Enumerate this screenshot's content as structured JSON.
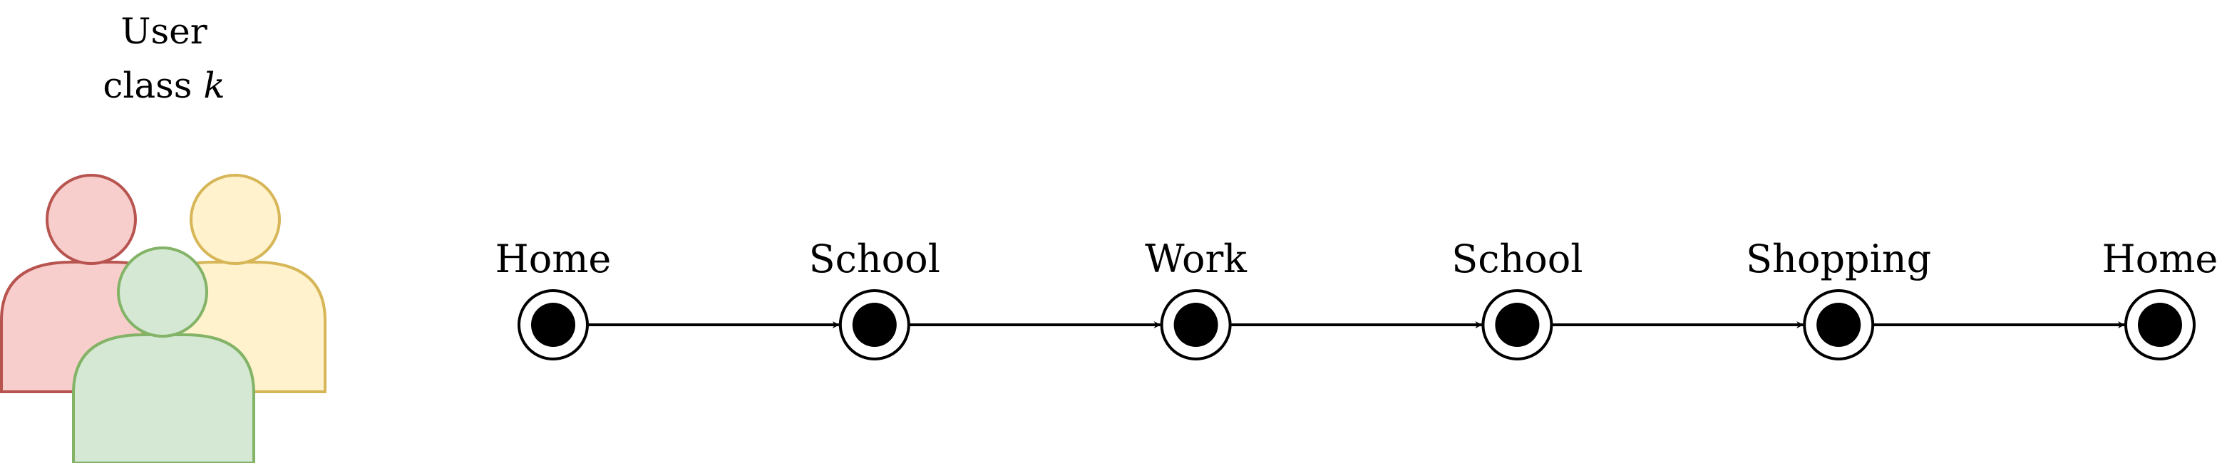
{
  "user_group": {
    "line1": "User",
    "line2_prefix": "class ",
    "line2_var": "k",
    "person_colors": [
      {
        "fill": "#f8cecc",
        "stroke": "#b85450"
      },
      {
        "fill": "#fff2cc",
        "stroke": "#d6b656"
      },
      {
        "fill": "#d5e8d4",
        "stroke": "#82b366"
      }
    ]
  },
  "trip_chain": {
    "stops": [
      {
        "label": "Home"
      },
      {
        "label": "School"
      },
      {
        "label": "Work"
      },
      {
        "label": "School"
      },
      {
        "label": "Shopping"
      },
      {
        "label": "Home"
      }
    ],
    "node_color": "#000000",
    "edge_color": "#000000"
  }
}
